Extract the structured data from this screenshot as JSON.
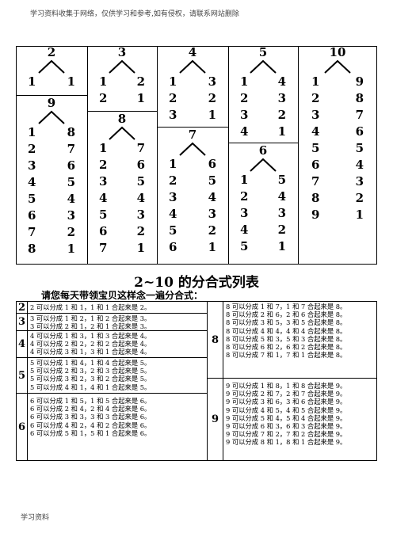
{
  "header_note": "学习资料收集于网络，仅供学习和参考,如有侵权，请联系网站删除",
  "footer_note": "学习资料",
  "decompositions": [
    {
      "number": "2",
      "pairs": [
        [
          "1",
          "1"
        ]
      ]
    },
    {
      "number": "3",
      "pairs": [
        [
          "1",
          "2"
        ],
        [
          "2",
          "1"
        ]
      ]
    },
    {
      "number": "4",
      "pairs": [
        [
          "1",
          "3"
        ],
        [
          "2",
          "2"
        ],
        [
          "3",
          "1"
        ]
      ]
    },
    {
      "number": "5",
      "pairs": [
        [
          "1",
          "4"
        ],
        [
          "2",
          "3"
        ],
        [
          "3",
          "2"
        ],
        [
          "4",
          "1"
        ]
      ]
    },
    {
      "number": "6",
      "pairs": [
        [
          "1",
          "5"
        ],
        [
          "2",
          "4"
        ],
        [
          "3",
          "3"
        ],
        [
          "4",
          "2"
        ],
        [
          "5",
          "1"
        ]
      ]
    },
    {
      "number": "7",
      "pairs": [
        [
          "1",
          "6"
        ],
        [
          "2",
          "5"
        ],
        [
          "3",
          "4"
        ],
        [
          "4",
          "3"
        ],
        [
          "5",
          "2"
        ],
        [
          "6",
          "1"
        ]
      ]
    },
    {
      "number": "8",
      "pairs": [
        [
          "1",
          "7"
        ],
        [
          "2",
          "6"
        ],
        [
          "3",
          "5"
        ],
        [
          "4",
          "4"
        ],
        [
          "5",
          "3"
        ],
        [
          "6",
          "2"
        ],
        [
          "7",
          "1"
        ]
      ]
    },
    {
      "number": "9",
      "pairs": [
        [
          "1",
          "8"
        ],
        [
          "2",
          "7"
        ],
        [
          "3",
          "6"
        ],
        [
          "4",
          "5"
        ],
        [
          "5",
          "4"
        ],
        [
          "6",
          "3"
        ],
        [
          "7",
          "2"
        ],
        [
          "8",
          "1"
        ]
      ]
    },
    {
      "number": "10",
      "pairs": [
        [
          "1",
          "9"
        ],
        [
          "2",
          "8"
        ],
        [
          "3",
          "7"
        ],
        [
          "4",
          "6"
        ],
        [
          "5",
          "5"
        ],
        [
          "6",
          "4"
        ],
        [
          "7",
          "3"
        ],
        [
          "8",
          "2"
        ],
        [
          "9",
          "1"
        ]
      ]
    }
  ],
  "title": "2~10 的分合式列表",
  "subtitle": "请您每天带领宝贝这样念一遍分合式：",
  "table": [
    {
      "number": "2",
      "lines": [
        "2 可以分成 1 和 1，1 和 1 合起来是 2。"
      ]
    },
    {
      "number": "3",
      "lines": [
        "3 可以分成 1 和 2，1 和 2 合起来是 3。",
        "3 可以分成 2 和 1，2 和 1 合起来是 3。"
      ]
    },
    {
      "number": "4",
      "lines": [
        "4 可以分成 1 和 3，1 和 3 合起来是 4。",
        "4 可以分成 2 和 2，2 和 2 合起来是 4。",
        "4 可以分成 3 和 1，3 和 1 合起来是 4。"
      ]
    },
    {
      "number": "5",
      "lines": [
        "5 可以分成 1 和 4，1 和 4 合起来是 5。",
        "5 可以分成 2 和 3，2 和 3 合起来是 5。",
        "5 可以分成 3 和 2，3 和 2 合起来是 5。",
        "5 可以分成 4 和 1，4 和 1 合起来是 5。"
      ]
    },
    {
      "number": "6",
      "lines": [
        "6 可以分成 1 和 5，1 和 5 合起来是 6。",
        "6 可以分成 2 和 4，2 和 4 合起来是 6。",
        "6 可以分成 3 和 3，3 和 3 合起来是 6。",
        "6 可以分成 4 和 2，4 和 2 合起来是 6。",
        "6 可以分成 5 和 1，5 和 1 合起来是 6。"
      ]
    },
    {
      "number": "8",
      "lines": [
        "8 可以分成 1 和 7，1 和 7 合起来是 8。",
        "8 可以分成 2 和 6，2 和 6 合起来是 8。",
        "8 可以分成 3 和 5，3 和 5 合起来是 8。",
        "8 可以分成 4 和 4，4 和 4 合起来是 8。",
        "8 可以分成 5 和 3，5 和 3 合起来是 8。",
        "8 可以分成 6 和 2，6 和 2 合起来是 8。",
        "8 可以分成 7 和 1，7 和 1 合起来是 8。"
      ]
    },
    {
      "number": "9",
      "lines": [
        "9 可以分成 1 和 8，1 和 8 合起来是 9。",
        "9 可以分成 2 和 7，2 和 7 合起来是 9。",
        "9 可以分成 3 和 6，3 和 6 合起来是 9。",
        "9 可以分成 4 和 5，4 和 5 合起来是 9。",
        "9 可以分成 5 和 4，5 和 4 合起来是 9。",
        "9 可以分成 6 和 3，6 和 3 合起来是 9。",
        "9 可以分成 7 和 2，7 和 2 合起来是 9。",
        "9 可以分成 8 和 1，8 和 1 合起来是 9。"
      ]
    }
  ]
}
